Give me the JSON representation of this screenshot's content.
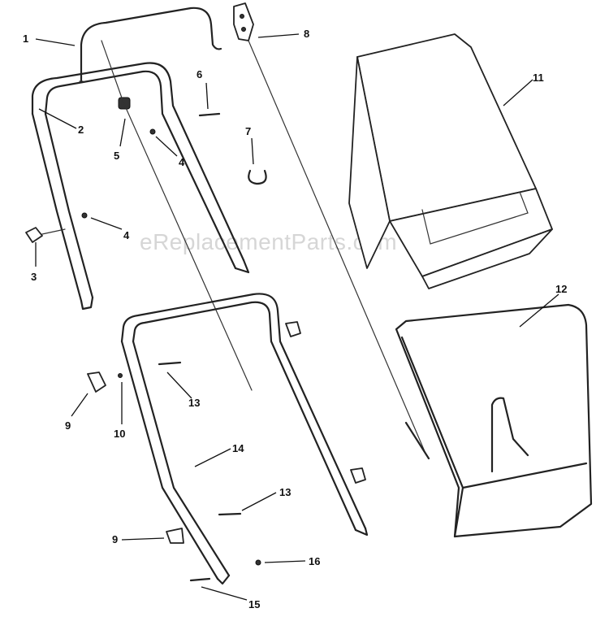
{
  "watermark": "eReplacementParts.com",
  "callouts": [
    "1",
    "2",
    "3",
    "4",
    "4",
    "5",
    "6",
    "7",
    "8",
    "9",
    "9",
    "10",
    "11",
    "12",
    "13",
    "13",
    "14",
    "15",
    "16"
  ]
}
